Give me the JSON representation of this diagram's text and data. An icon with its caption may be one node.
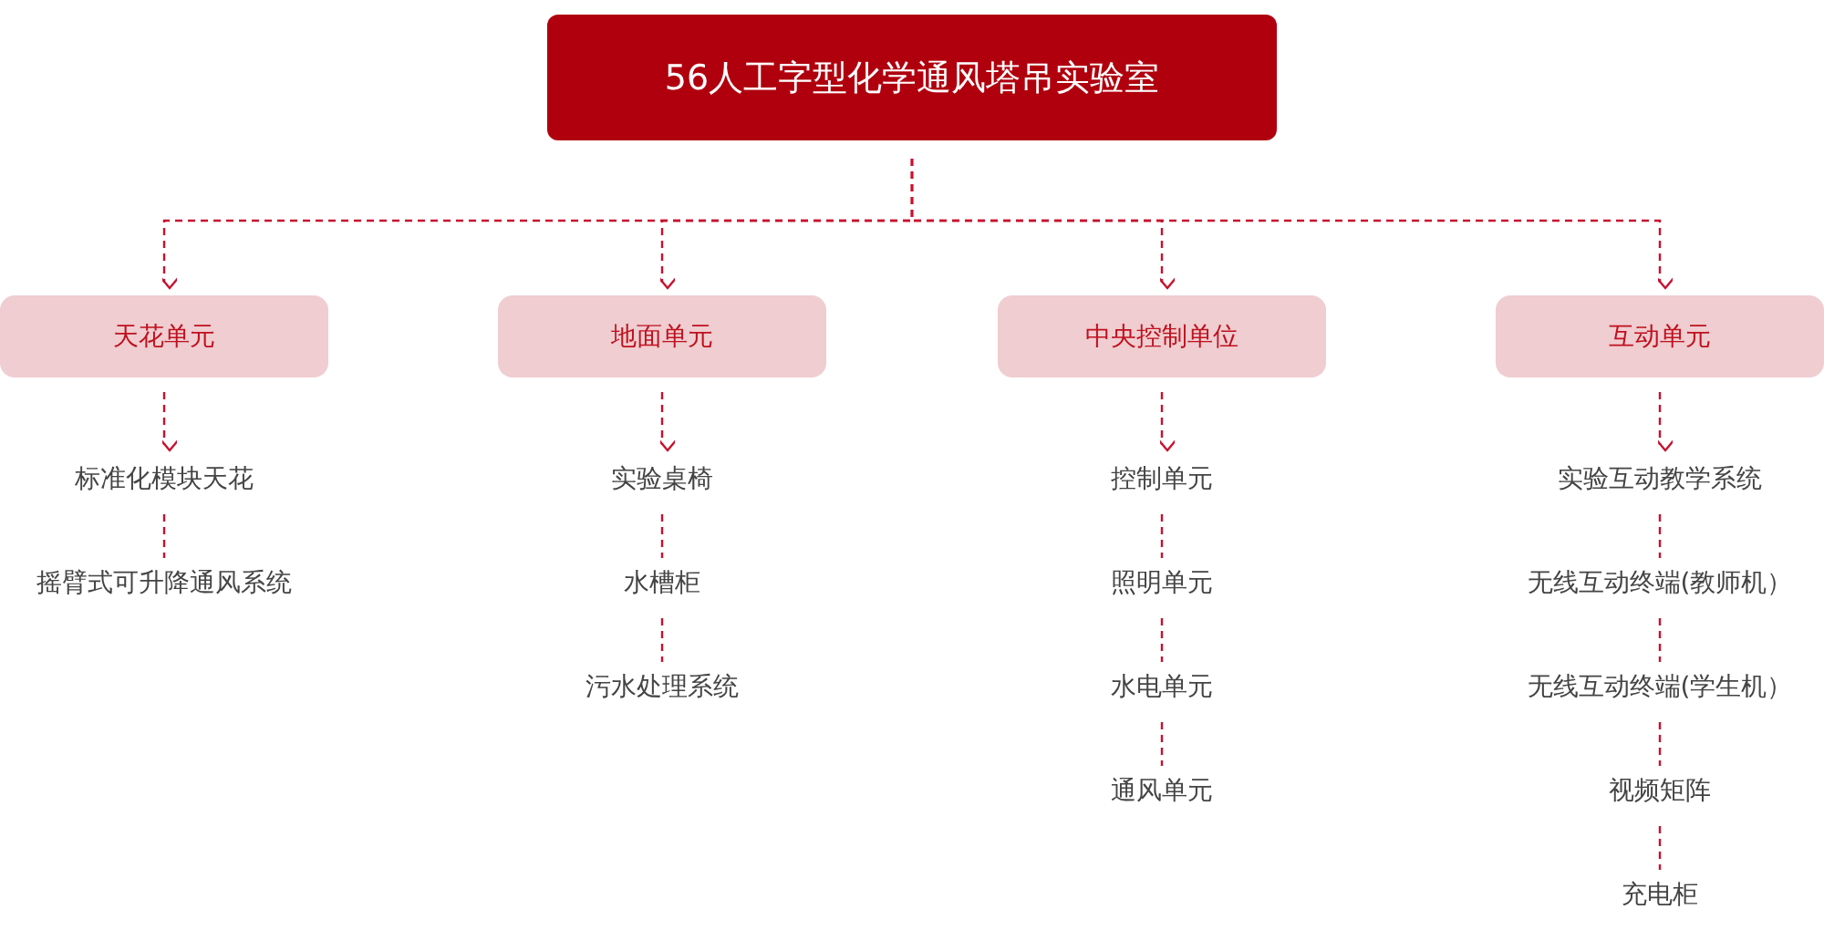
{
  "diagram": {
    "nodes": [
      {
        "text": [
          "56人工字型化学通风塔吊实验室"
        ]
      },
      {
        "text": [
          "天花单元"
        ]
      },
      {
        "text": [
          "地面单元"
        ]
      },
      {
        "text": [
          "中央控制单位"
        ]
      },
      {
        "text": [
          "互动单元"
        ]
      },
      {
        "text": [
          "标准化模块天花"
        ]
      },
      {
        "text": [
          "摇臂式可升降通风系统"
        ]
      },
      {
        "text": [
          "实验桌椅"
        ]
      },
      {
        "text": [
          "水槽柜"
        ]
      },
      {
        "text": [
          "污水处理系统"
        ]
      },
      {
        "text": [
          "控制单元"
        ]
      },
      {
        "text": [
          "照明单元"
        ]
      },
      {
        "text": [
          "水电单元"
        ]
      },
      {
        "text": [
          "通风单元"
        ]
      },
      {
        "text": [
          "实验互动教学系统"
        ]
      },
      {
        "text": [
          "无线互动终端(教师机）"
        ]
      },
      {
        "text": [
          "无线互动终端(学生机）"
        ]
      },
      {
        "text": [
          "视频矩阵"
        ]
      },
      {
        "text": [
          "充电柜"
        ]
      }
    ],
    "edges": [
      {
        "from": 0,
        "to": 1,
        "arrow": "to",
        "style": "dashed"
      },
      {
        "from": 0,
        "to": 2,
        "arrow": "to",
        "style": "dashed"
      },
      {
        "from": 0,
        "to": 3,
        "arrow": "to",
        "style": "dashed"
      },
      {
        "from": 0,
        "to": 4,
        "arrow": "to",
        "style": "dashed"
      },
      {
        "from": 1,
        "to": 5,
        "arrow": "to",
        "style": "dashed"
      },
      {
        "from": 5,
        "to": 6,
        "arrow": "none",
        "style": "dashed"
      },
      {
        "from": 2,
        "to": 7,
        "arrow": "to",
        "style": "dashed"
      },
      {
        "from": 7,
        "to": 8,
        "arrow": "none",
        "style": "dashed"
      },
      {
        "from": 8,
        "to": 9,
        "arrow": "none",
        "style": "dashed"
      },
      {
        "from": 3,
        "to": 10,
        "arrow": "to",
        "style": "dashed"
      },
      {
        "from": 10,
        "to": 11,
        "arrow": "none",
        "style": "dashed"
      },
      {
        "from": 11,
        "to": 12,
        "arrow": "none",
        "style": "dashed"
      },
      {
        "from": 12,
        "to": 13,
        "arrow": "none",
        "style": "dashed"
      },
      {
        "from": 4,
        "to": 14,
        "arrow": "to",
        "style": "dashed"
      },
      {
        "from": 14,
        "to": 15,
        "arrow": "none",
        "style": "dashed"
      },
      {
        "from": 15,
        "to": 16,
        "arrow": "none",
        "style": "dashed"
      },
      {
        "from": 16,
        "to": 17,
        "arrow": "none",
        "style": "dashed"
      },
      {
        "from": 17,
        "to": 18,
        "arrow": "none",
        "style": "dashed"
      }
    ]
  }
}
